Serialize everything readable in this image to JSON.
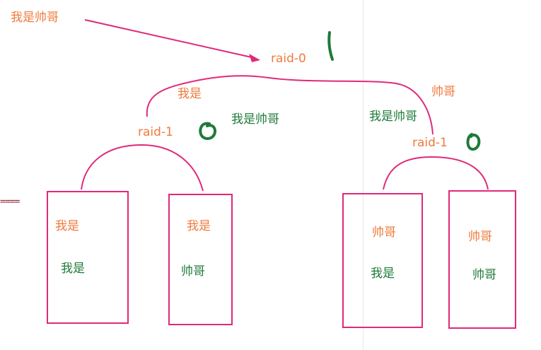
{
  "labels": {
    "top_note": "我是帅哥",
    "raid0": "raid-0",
    "left_upper": "我是",
    "right_upper": "帅哥",
    "left_green": "我是帅哥",
    "right_green": "我是帅哥",
    "raid1_left": "raid-1",
    "raid1_right": "raid-1",
    "equals_marker": "===="
  },
  "disks": [
    {
      "orange": "我是",
      "green": "我是"
    },
    {
      "orange": "我是",
      "green": "帅哥"
    },
    {
      "orange": "帅哥",
      "green": "我是"
    },
    {
      "orange": "帅哥",
      "green": "帅哥"
    }
  ],
  "colors": {
    "orange_text": "#f07a3c",
    "green_text": "#1f7a3a",
    "pink_lines": "#e0297a",
    "green_marks": "#1f7a3a"
  }
}
